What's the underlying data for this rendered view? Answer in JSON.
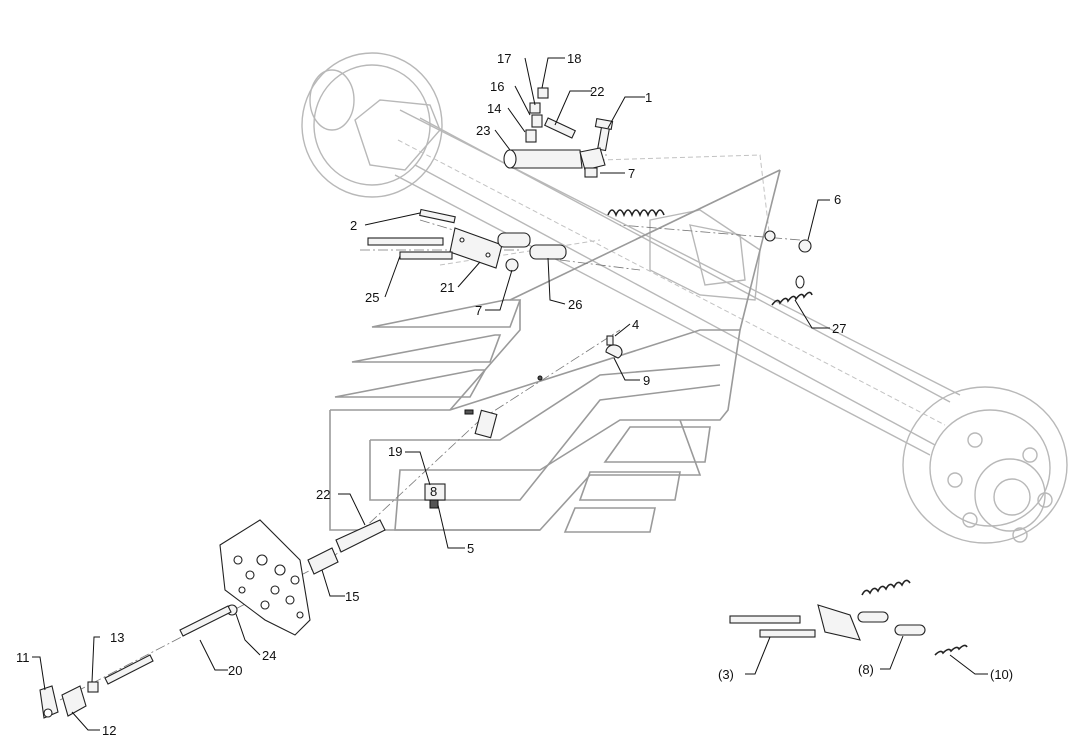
{
  "callouts": {
    "c1": "1",
    "c2": "2",
    "c3": "(3)",
    "c4": "4",
    "c5": "5",
    "c6": "6",
    "c7a": "7",
    "c7b": "7",
    "c8": "(8)",
    "c9": "9",
    "c10": "(10)",
    "c11": "11",
    "c12": "12",
    "c13": "13",
    "c14": "14",
    "c15": "15",
    "c16": "16",
    "c17": "17",
    "c18": "18",
    "c19": "19",
    "c20": "20",
    "c21": "21",
    "c22a": "22",
    "c22b": "22",
    "c23": "23",
    "c24": "24",
    "c25": "25",
    "c26": "26",
    "c27": "27",
    "c8b": "8"
  }
}
